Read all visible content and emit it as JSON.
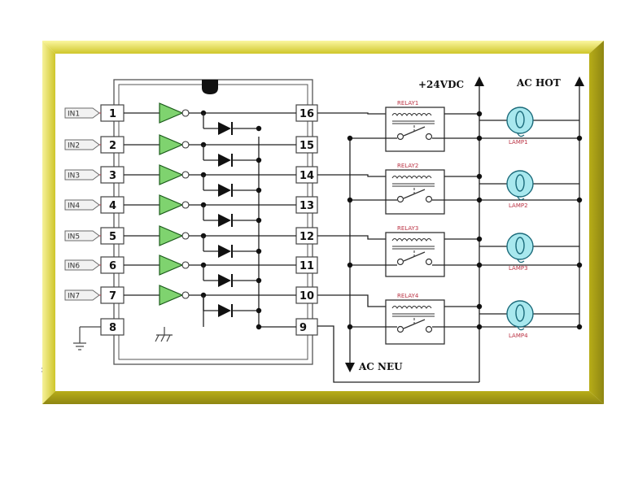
{
  "diagram": {
    "inputs": [
      "IN1",
      "IN2",
      "IN3",
      "IN4",
      "IN5",
      "IN6",
      "IN7"
    ],
    "left_pins": [
      "1",
      "2",
      "3",
      "4",
      "5",
      "6",
      "7",
      "8"
    ],
    "right_pins": [
      "16",
      "15",
      "14",
      "13",
      "12",
      "11",
      "10",
      "9"
    ],
    "relays": [
      "RELAY1",
      "RELAY2",
      "RELAY3",
      "RELAY4"
    ],
    "lamps": [
      "LAMP1",
      "LAMP2",
      "LAMP3",
      "LAMP4"
    ],
    "supply_label": "+24VDC",
    "ac_hot_label": "AC HOT",
    "ac_neu_label": "AC NEU"
  },
  "colors": {
    "frame_outer": "#c8c020",
    "frame_inner": "#f4f2a0",
    "buffer_fill": "#7fd36f",
    "lamp_fill": "#a8e8ee",
    "lamp_stroke": "#1a6a7a",
    "wire": "#222222"
  }
}
